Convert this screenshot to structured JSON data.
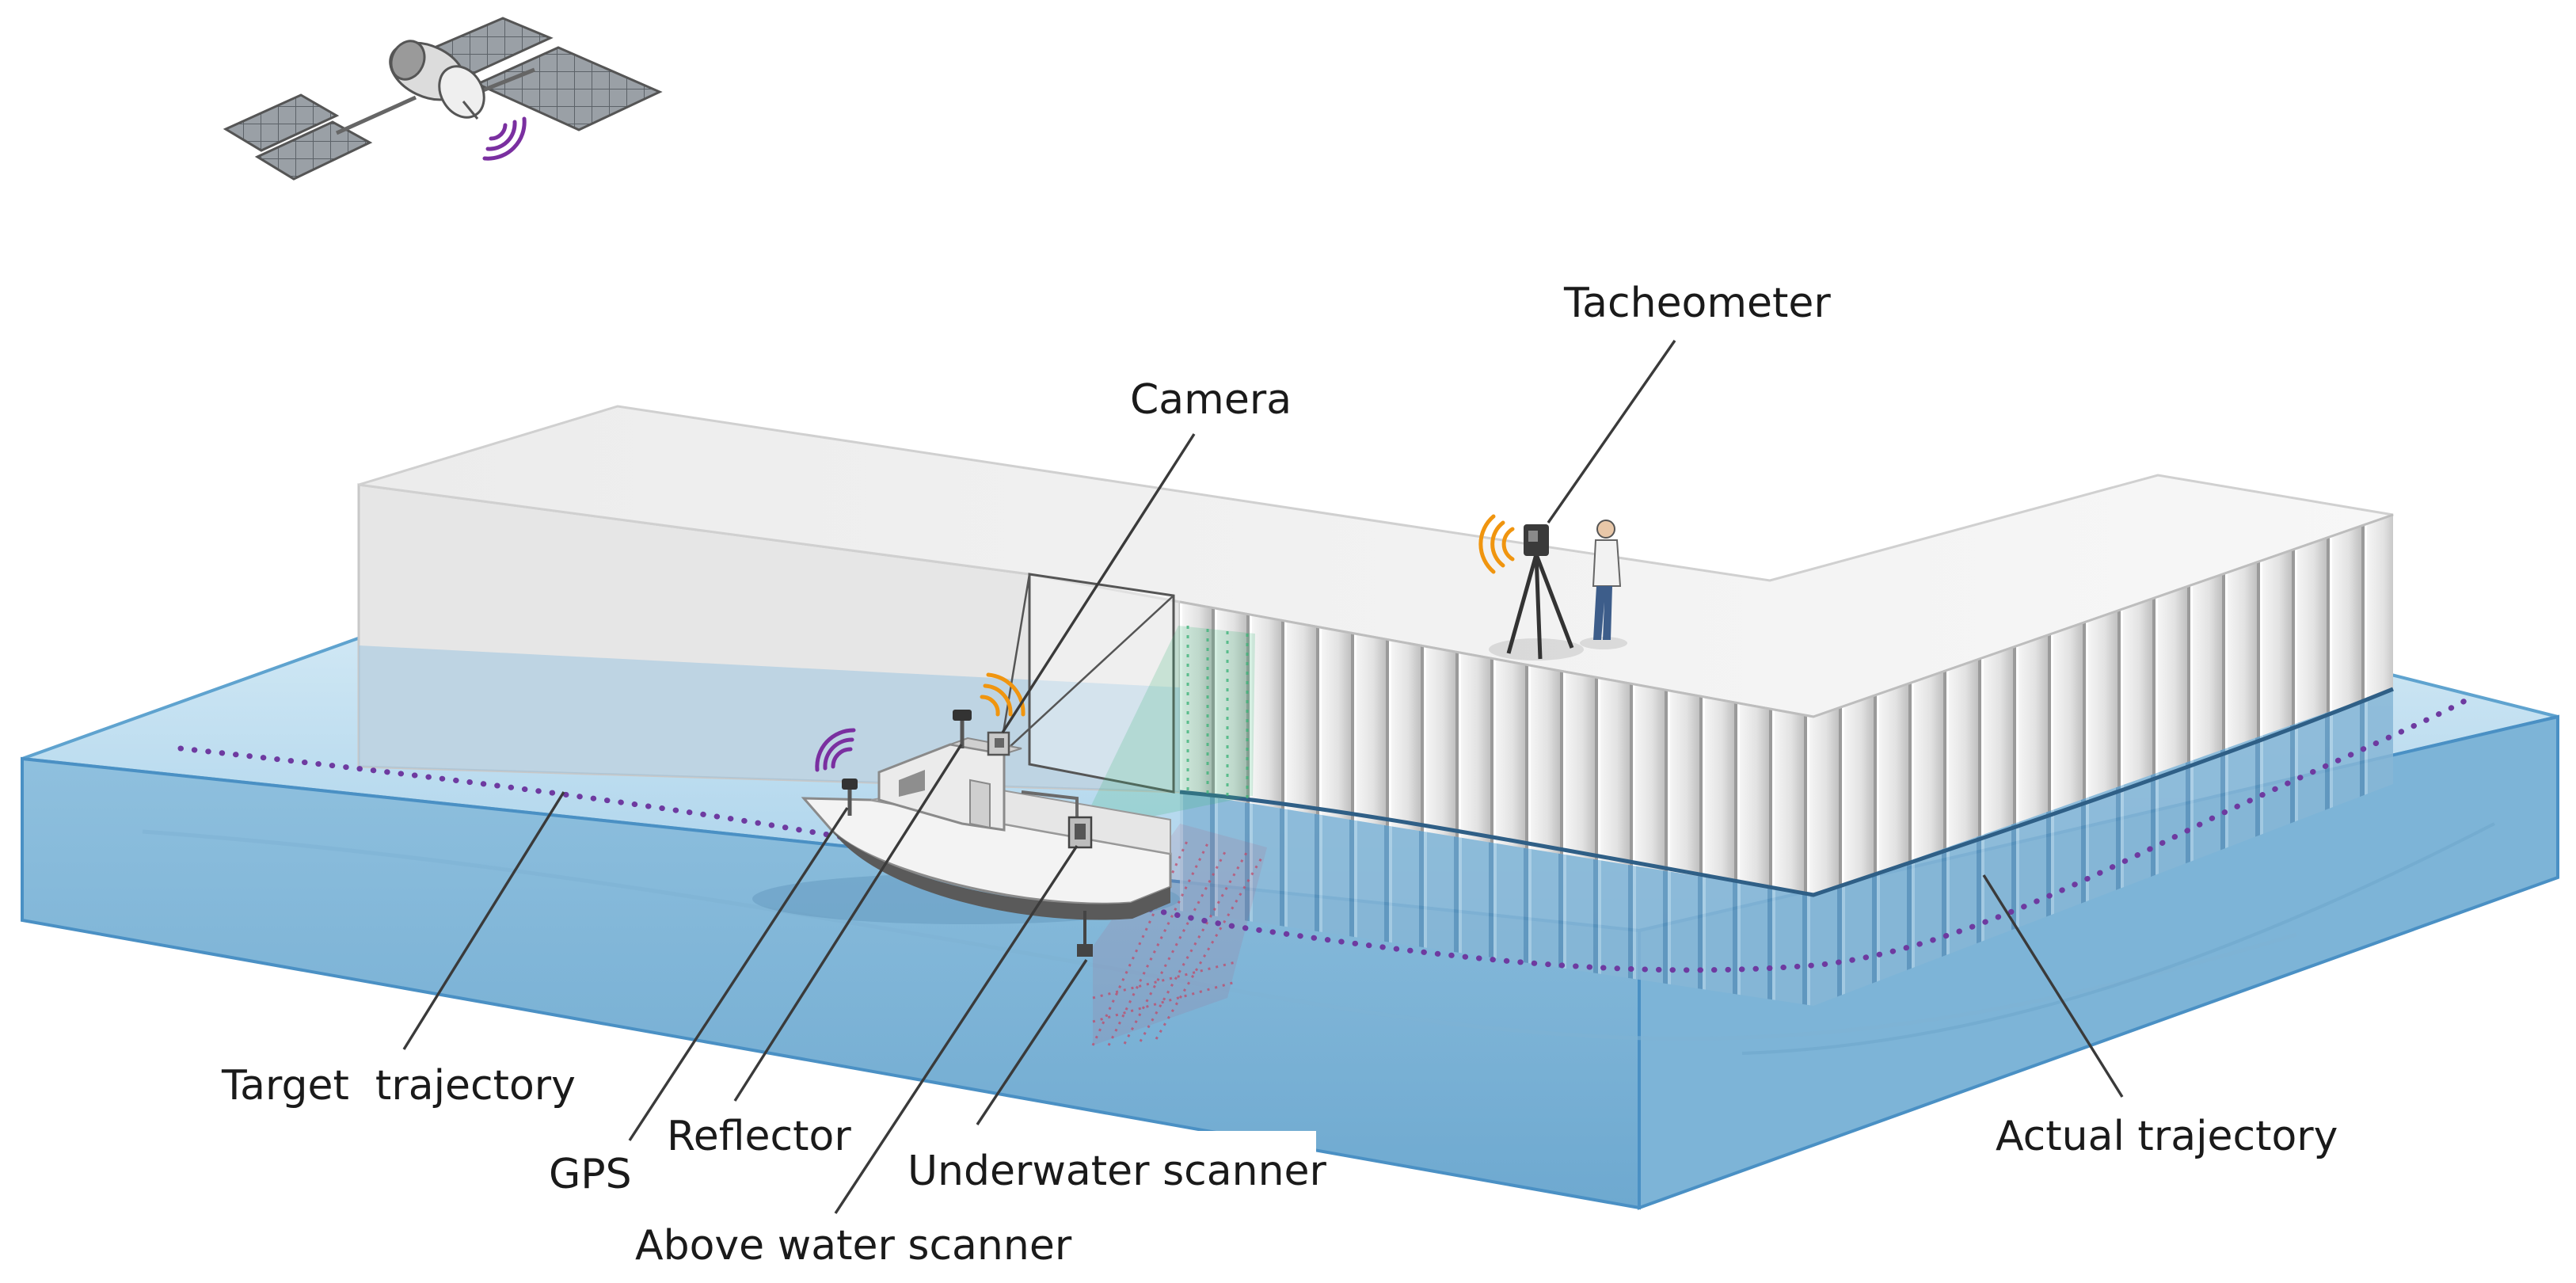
{
  "labels": {
    "tacheometer": "Tacheometer",
    "camera": "Camera",
    "target_trajectory": "Target  trajectory",
    "gps": "GPS",
    "reflector": "Reflector",
    "underwater_scanner": "Underwater scanner",
    "above_water_scanner": "Above water scanner",
    "actual_trajectory": "Actual trajectory"
  },
  "colors": {
    "water_top": "#b9dcef",
    "water_front": "#8fbedb",
    "water_edge": "#4a90c4",
    "quay_top": "#f0f0f0",
    "quay_face": "#dcdcdc",
    "trajectory": "#6e3aa0",
    "signal_orange": "#f0950f",
    "signal_purple": "#7a2fa0",
    "scan_green": "#3fb47a",
    "scan_red": "#c04a6a"
  }
}
